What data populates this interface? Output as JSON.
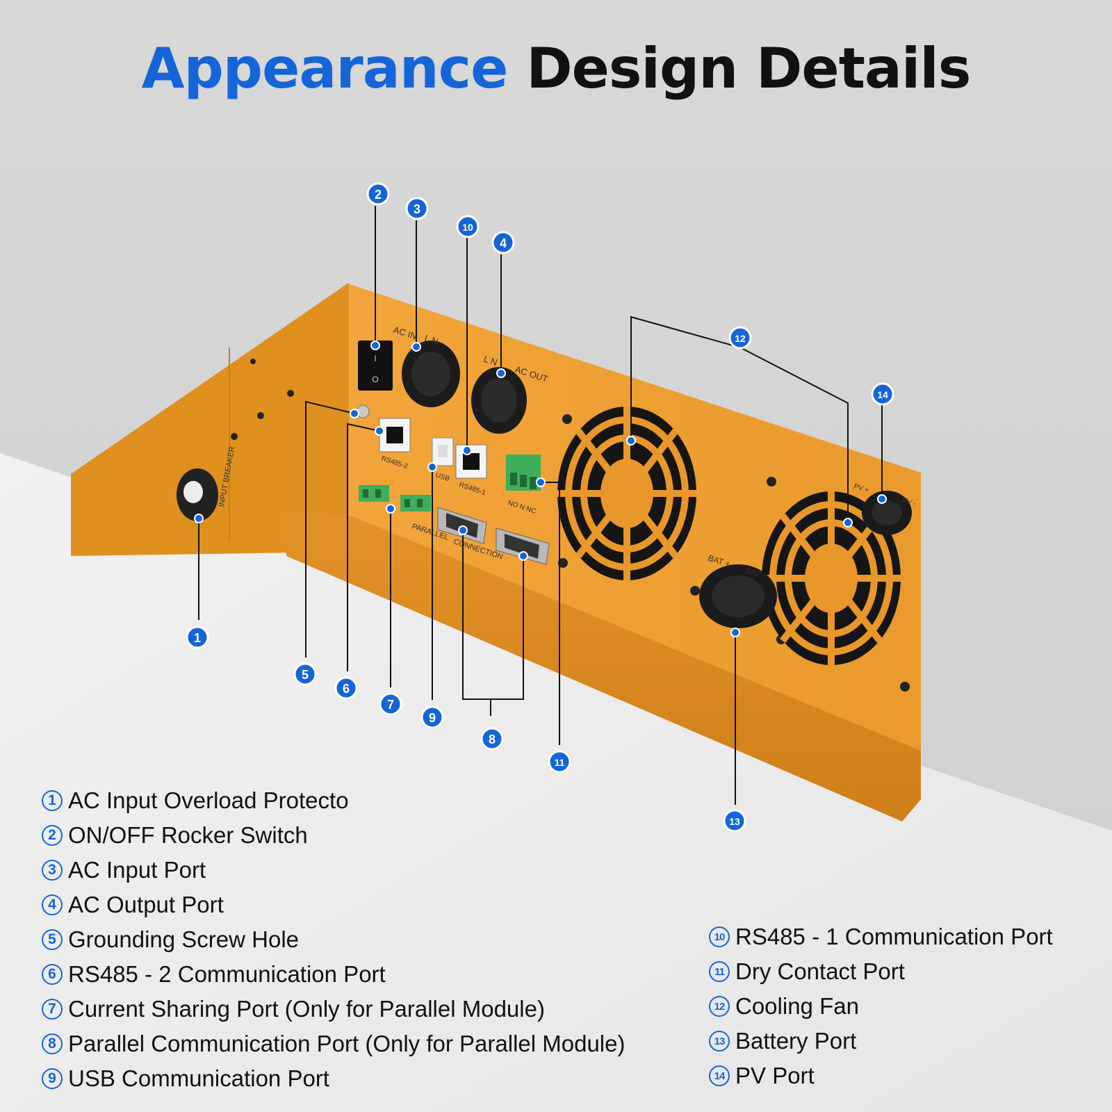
{
  "title": {
    "accent": "Appearance",
    "rest": "Design Details"
  },
  "panel_labels": {
    "ac_in": "AC IN",
    "ac_in_ln": "L N",
    "ac_out": "AC OUT",
    "ac_out_ln": "L N",
    "input_breaker": "INPUT BREAKER",
    "rs485_2": "RS485-2",
    "usb": "USB",
    "rs485_1": "RS485-1",
    "no_n_nc": "NO  N  NC",
    "parallel": "PARALLEL",
    "connection": "CONNECTION",
    "bat_plus": "BAT +",
    "bat_minus": "BAT -",
    "pv_plus": "PV +",
    "pv_minus": "PV -",
    "switch_on": "I",
    "switch_off": "O"
  },
  "callouts": [
    "1",
    "2",
    "3",
    "4",
    "5",
    "6",
    "7",
    "8",
    "9",
    "10",
    "11",
    "12",
    "13",
    "14"
  ],
  "legend_left": [
    {
      "num": "1",
      "label": "AC Input Overload Protecto"
    },
    {
      "num": "2",
      "label": "ON/OFF Rocker Switch"
    },
    {
      "num": "3",
      "label": "AC Input Port"
    },
    {
      "num": "4",
      "label": "AC Output Port"
    },
    {
      "num": "5",
      "label": "Grounding Screw Hole"
    },
    {
      "num": "6",
      "label": "RS485 - 2 Communication Port"
    },
    {
      "num": "7",
      "label": "Current Sharing Port (Only for Parallel Module)"
    },
    {
      "num": "8",
      "label": "Parallel Communication Port (Only for Parallel Module)"
    },
    {
      "num": "9",
      "label": "USB Communication Port"
    }
  ],
  "legend_right": [
    {
      "num": "10",
      "label": "RS485 - 1 Communication Port"
    },
    {
      "num": "11",
      "label": "Dry Contact Port"
    },
    {
      "num": "12",
      "label": "Cooling Fan"
    },
    {
      "num": "13",
      "label": "Battery Port"
    },
    {
      "num": "14",
      "label": "PV Port"
    }
  ],
  "colors": {
    "accent": "#1565d8",
    "device": "#f0a032",
    "device_shadow": "#c97a16",
    "text": "#111111"
  }
}
